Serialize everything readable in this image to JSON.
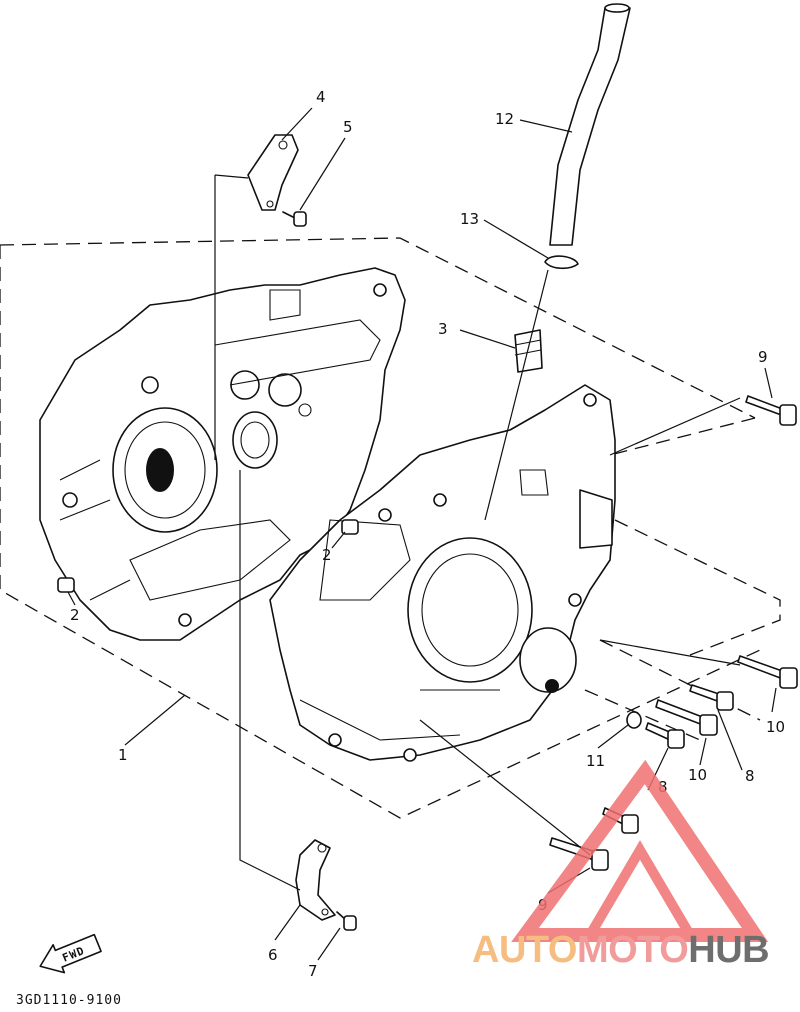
{
  "diagram": {
    "callouts": [
      "1",
      "2",
      "2",
      "3",
      "4",
      "5",
      "6",
      "7",
      "8",
      "8",
      "9",
      "9",
      "10",
      "10",
      "11",
      "12",
      "13"
    ],
    "drawing_code": "3GD1110-9100",
    "fwd_arrow_label": "FWD"
  },
  "watermark": {
    "part1": "AUTO",
    "part2": "MOTO",
    "part3": "HUB",
    "colors": {
      "auto": "#f5b26b",
      "moto": "#f08a8a",
      "hub": "#555555",
      "triangle": "#f07070"
    }
  }
}
